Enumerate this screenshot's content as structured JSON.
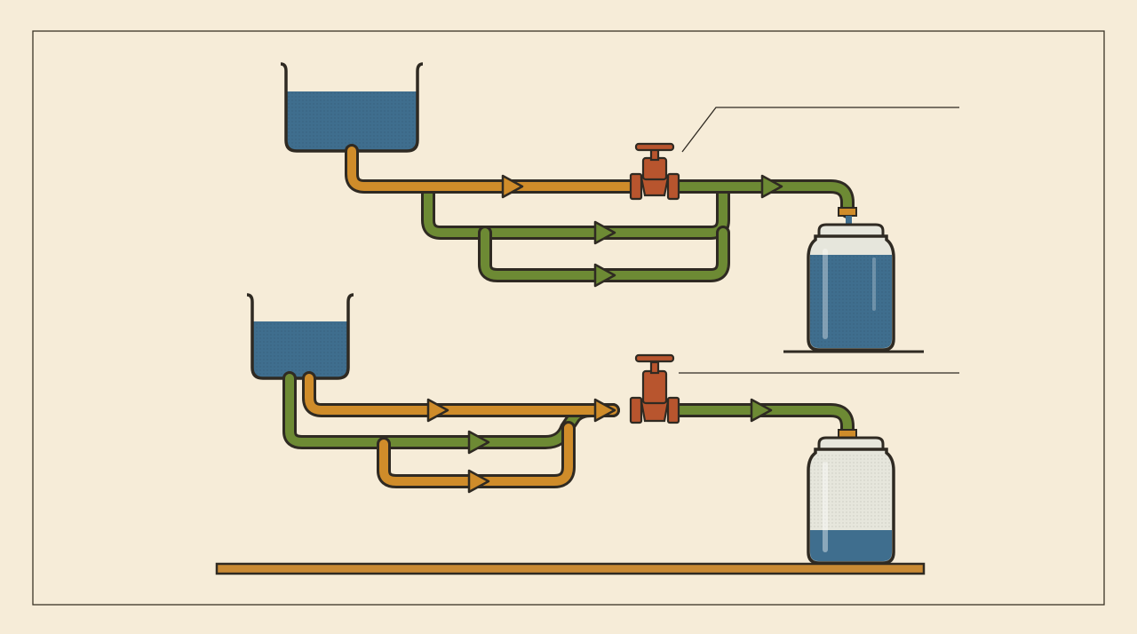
{
  "colors": {
    "background": "#f6ecd8",
    "frame": "#3a3326",
    "outline": "#2f2a22",
    "water": "#3f6e8e",
    "pipe_orange": "#cf8c2a",
    "pipe_green": "#6d8a34",
    "valve": "#b8552e",
    "jar_glass": "#e6e6dc",
    "shelf": "#c98a34"
  },
  "systems": [
    {
      "name": "upper-system",
      "tank_fill": 0.75,
      "jar_fill": 0.75,
      "callout": "",
      "icons": [
        "tank-icon",
        "valve-icon",
        "jar-icon",
        "flow-arrow-icon"
      ]
    },
    {
      "name": "lower-system",
      "tank_fill": 0.65,
      "jar_fill": 0.38,
      "callout": "",
      "icons": [
        "tank-icon",
        "valve-icon",
        "jar-icon",
        "flow-arrow-icon"
      ]
    }
  ]
}
